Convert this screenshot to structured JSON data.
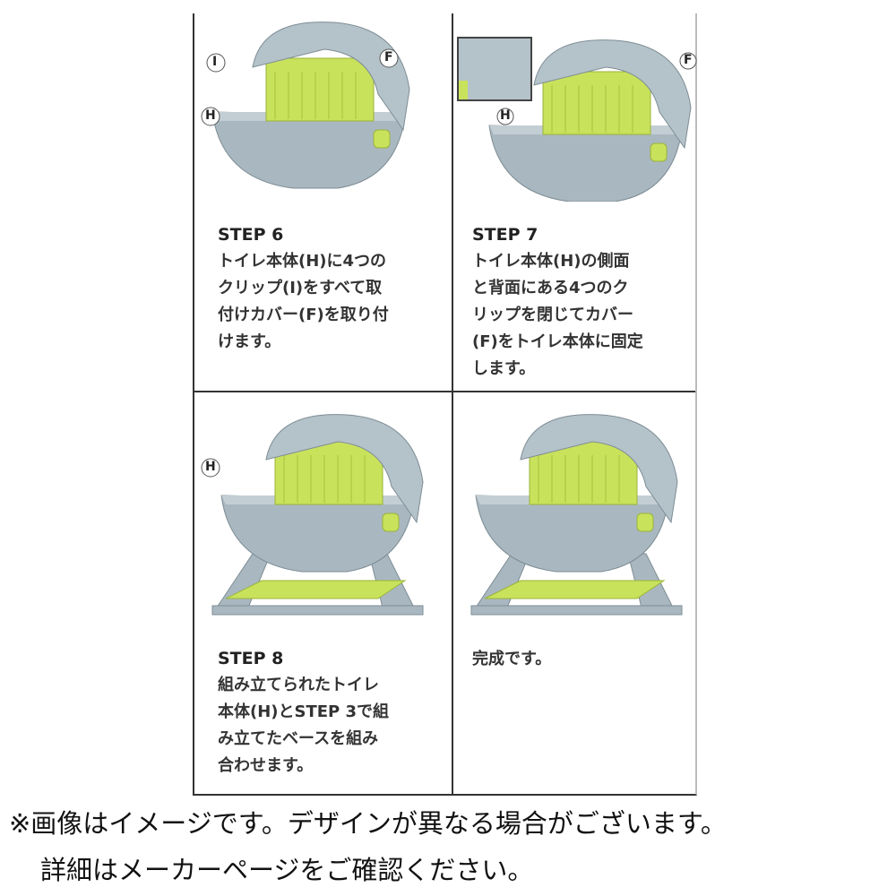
{
  "steps": [
    {
      "title": "STEP 6",
      "lines": [
        "トイレ本体(H)に4つの",
        "クリップ(I)をすべて取",
        "付けカバー(F)を取り付",
        "けます。"
      ],
      "labels": [
        "I",
        "F",
        "H"
      ]
    },
    {
      "title": "STEP 7",
      "lines": [
        "トイレ本体(H)の側面",
        "と背面にある4つのク",
        "リップを閉じてカバー",
        "(F)をトイレ本体に固定",
        "します。"
      ],
      "labels": [
        "F",
        "H"
      ]
    },
    {
      "title": "STEP 8",
      "lines": [
        "組み立てられたトイレ",
        "本体(H)とSTEP 3で組",
        "み立てたベースを組み",
        "合わせます。"
      ],
      "labels": [
        "H"
      ]
    },
    {
      "title": "",
      "lines": [
        "完成です。"
      ]
    }
  ],
  "footer": {
    "line1": "※画像はイメージです。デザインが異なる場合がございます。",
    "line2": "詳細はメーカーページをご確認ください。"
  },
  "colors": {
    "body": "#a9b8c0",
    "basket": "#c9e25c",
    "line": "#333333"
  }
}
